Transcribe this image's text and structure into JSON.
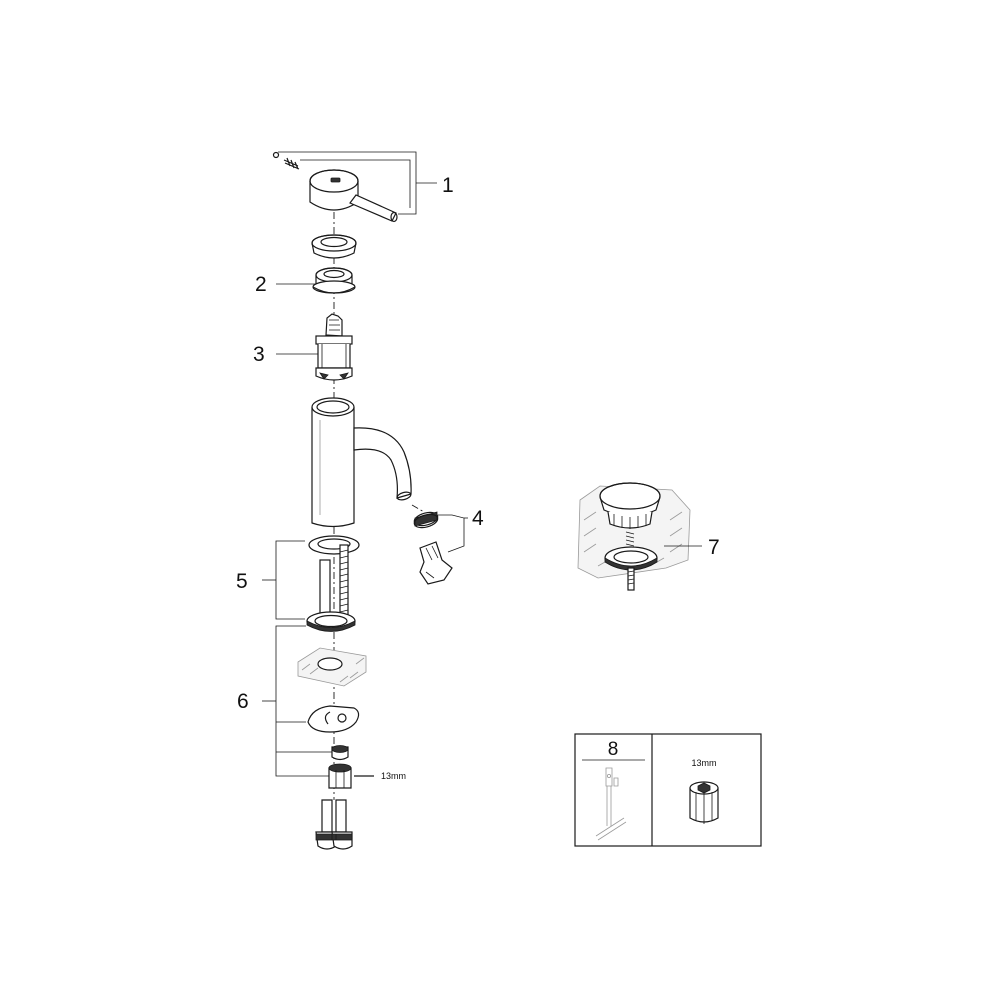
{
  "callouts": [
    {
      "id": "1",
      "label": "1"
    },
    {
      "id": "2",
      "label": "2"
    },
    {
      "id": "3",
      "label": "3"
    },
    {
      "id": "4",
      "label": "4"
    },
    {
      "id": "5",
      "label": "5"
    },
    {
      "id": "6",
      "label": "6"
    },
    {
      "id": "7",
      "label": "7"
    }
  ],
  "nut_size_label": "13mm",
  "tools_table": {
    "item_number": "8",
    "socket_size_label": "13mm"
  }
}
